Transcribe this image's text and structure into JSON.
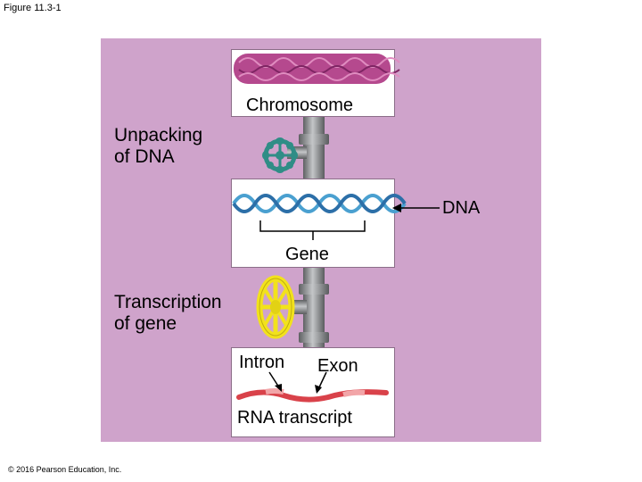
{
  "figure_title": "Figure 11.3-1",
  "labels": {
    "chromosome": "Chromosome",
    "unpacking": "Unpacking\nof DNA",
    "dna": "DNA",
    "gene": "Gene",
    "transcription": "Transcription\nof gene",
    "intron": "Intron",
    "exon": "Exon",
    "rna_transcript": "RNA transcript"
  },
  "copyright": "© 2016 Pearson Education, Inc.",
  "colors": {
    "panel": "#cfa3cb",
    "chromosome": "#b5498e",
    "dna_helix": "#4aa0d0",
    "valve_teal": "#2f8d86",
    "valve_yellow": "#f2e21c",
    "rna": "#d9424a",
    "pipe": "#8e9092"
  }
}
